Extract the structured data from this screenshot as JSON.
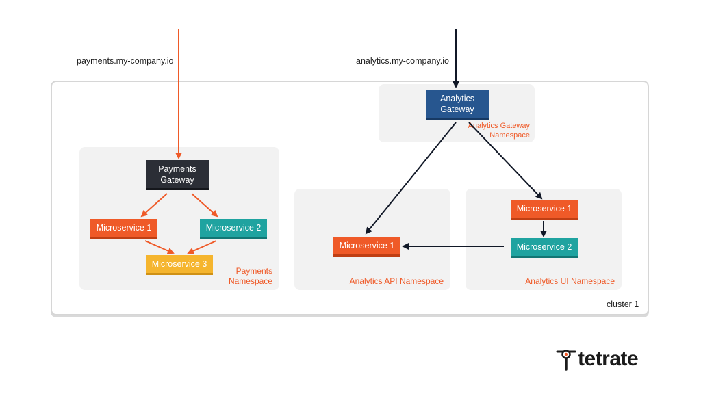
{
  "hosts": {
    "payments": "payments.my-company.io",
    "analytics": "analytics.my-company.io"
  },
  "cluster": {
    "label": "cluster 1"
  },
  "namespaces": {
    "payments": "Payments Namespace",
    "analytics_gateway": "Analytics Gateway Namespace",
    "analytics_api": "Analytics API Namespace",
    "analytics_ui": "Analytics UI Namespace"
  },
  "payments_ns": {
    "gateway": "Payments Gateway",
    "ms1": "Microservice 1",
    "ms2": "Microservice 2",
    "ms3": "Microservice 3"
  },
  "analytics_ns": {
    "gateway": "Analytics Gateway",
    "api_ms1": "Microservice 1",
    "ui_ms1": "Microservice 1",
    "ui_ms2": "Microservice 2"
  },
  "logo": {
    "text": "tetrate"
  },
  "colors": {
    "accent_orange": "#ef5a28",
    "teal": "#1fa3a0",
    "yellow": "#f5b52e",
    "dark": "#2b2e36",
    "blue": "#27568f",
    "arrow_dark": "#111827"
  }
}
